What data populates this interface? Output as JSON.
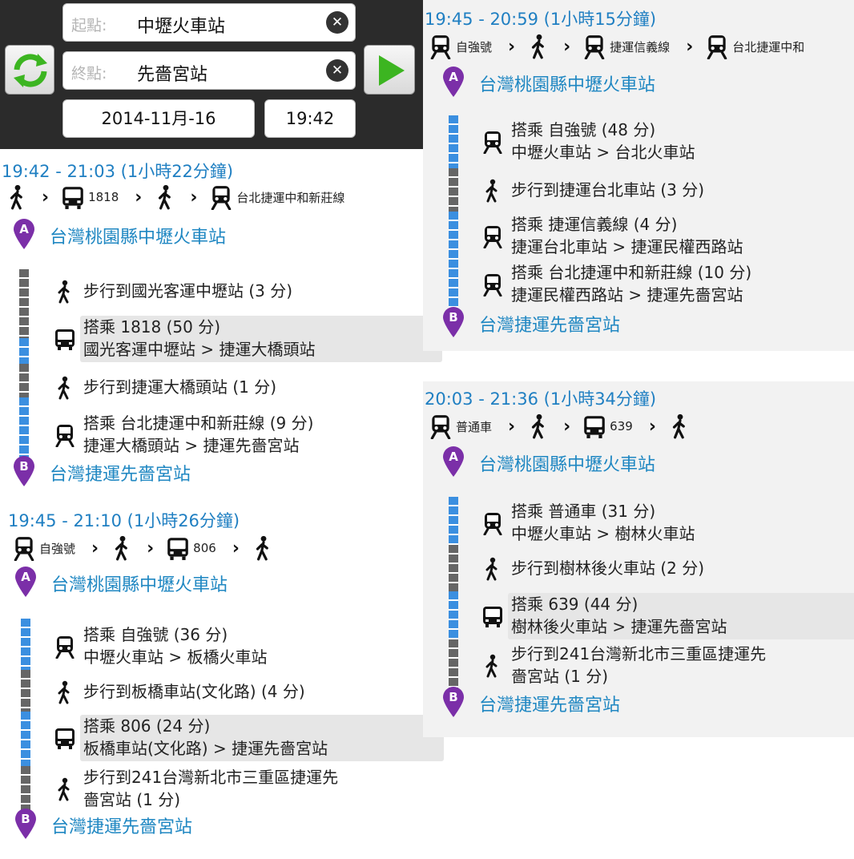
{
  "form": {
    "origin_label": "起點:",
    "origin_value": "中壢火車站",
    "dest_label": "終點:",
    "dest_value": "先嗇宮站",
    "date": "2014-11月-16",
    "time": "19:42",
    "clear_glyph": "✕"
  },
  "routes": [
    {
      "time": "19:42 - 21:03 (1小時22分鐘)",
      "summary": [
        {
          "icon": "walk-icon"
        },
        {
          "icon": "bus-icon",
          "label": "1818"
        },
        {
          "icon": "walk-icon"
        },
        {
          "icon": "train-icon",
          "label": "台北捷運中和新莊線"
        }
      ],
      "origin": "台灣桃園縣中壢火車站",
      "destination": "台灣捷運先嗇宮站",
      "steps": [
        {
          "icon": "walk-icon",
          "line1": "步行到國光客運中壢站 (3 分)",
          "line2": ""
        },
        {
          "icon": "bus-icon",
          "line1": "搭乘 1818 (50 分)",
          "line2": "國光客運中壢站 > 捷運大橋頭站",
          "highlight": true
        },
        {
          "icon": "walk-icon",
          "line1": "步行到捷運大橋頭站 (1 分)",
          "line2": ""
        },
        {
          "icon": "train-icon",
          "line1": "搭乘 台北捷運中和新莊線 (9 分)",
          "line2": "捷運大橋頭站 > 捷運先嗇宮站"
        }
      ]
    },
    {
      "time": "19:45 - 21:10 (1小時26分鐘)",
      "summary": [
        {
          "icon": "train-icon",
          "label": "自強號"
        },
        {
          "icon": "walk-icon"
        },
        {
          "icon": "bus-icon",
          "label": "806"
        },
        {
          "icon": "walk-icon"
        }
      ],
      "origin": "台灣桃園縣中壢火車站",
      "destination": "台灣捷運先嗇宮站",
      "steps": [
        {
          "icon": "train-icon",
          "line1": "搭乘 自強號 (36 分)",
          "line2": "中壢火車站 > 板橋火車站"
        },
        {
          "icon": "walk-icon",
          "line1": "步行到板橋車站(文化路) (4 分)",
          "line2": ""
        },
        {
          "icon": "bus-icon",
          "line1": "搭乘 806 (24 分)",
          "line2": "板橋車站(文化路) > 捷運先嗇宮站",
          "highlight": true
        },
        {
          "icon": "walk-icon",
          "line1": "步行到241台灣新北市三重區捷運先",
          "line2": "嗇宮站 (1 分)"
        }
      ]
    },
    {
      "time": "19:45 - 20:59 (1小時15分鐘)",
      "summary": [
        {
          "icon": "train-icon",
          "label": "自強號"
        },
        {
          "icon": "walk-icon"
        },
        {
          "icon": "train-icon",
          "label": "捷運信義線"
        },
        {
          "icon": "train-icon",
          "label": "台北捷運中和"
        }
      ],
      "origin": "台灣桃園縣中壢火車站",
      "destination": "台灣捷運先嗇宮站",
      "steps": [
        {
          "icon": "train-icon",
          "line1": "搭乘 自強號 (48 分)",
          "line2": "中壢火車站 > 台北火車站"
        },
        {
          "icon": "walk-icon",
          "line1": "步行到捷運台北車站 (3 分)",
          "line2": ""
        },
        {
          "icon": "train-icon",
          "line1": "搭乘 捷運信義線 (4 分)",
          "line2": "捷運台北車站 > 捷運民權西路站"
        },
        {
          "icon": "train-icon",
          "line1": "搭乘 台北捷運中和新莊線 (10 分)",
          "line2": "捷運民權西路站 > 捷運先嗇宮站"
        }
      ]
    },
    {
      "time": "20:03 - 21:36 (1小時34分鐘)",
      "summary": [
        {
          "icon": "train-icon",
          "label": "普通車"
        },
        {
          "icon": "walk-icon"
        },
        {
          "icon": "bus-icon",
          "label": "639"
        },
        {
          "icon": "walk-icon"
        }
      ],
      "origin": "台灣桃園縣中壢火車站",
      "destination": "台灣捷運先嗇宮站",
      "steps": [
        {
          "icon": "train-icon",
          "line1": "搭乘 普通車 (31 分)",
          "line2": "中壢火車站 > 樹林火車站"
        },
        {
          "icon": "walk-icon",
          "line1": "步行到樹林後火車站 (2 分)",
          "line2": ""
        },
        {
          "icon": "bus-icon",
          "line1": "搭乘 639 (44 分)",
          "line2": "樹林後火車站 > 捷運先嗇宮站",
          "highlight": true
        },
        {
          "icon": "walk-icon",
          "line1": "步行到241台灣新北市三重區捷運先",
          "line2": "嗇宮站 (1 分)"
        }
      ]
    }
  ],
  "colors": {
    "header_bg": "#2b2b2b",
    "time_text": "#1f7fc2",
    "place_text": "#1f87c2",
    "pin": "#7b2fa8",
    "line_blue": "#3b8fe0",
    "line_gray": "#666666",
    "go_green": "#3cb521"
  },
  "pin_letters": {
    "origin": "A",
    "destination": "B"
  }
}
